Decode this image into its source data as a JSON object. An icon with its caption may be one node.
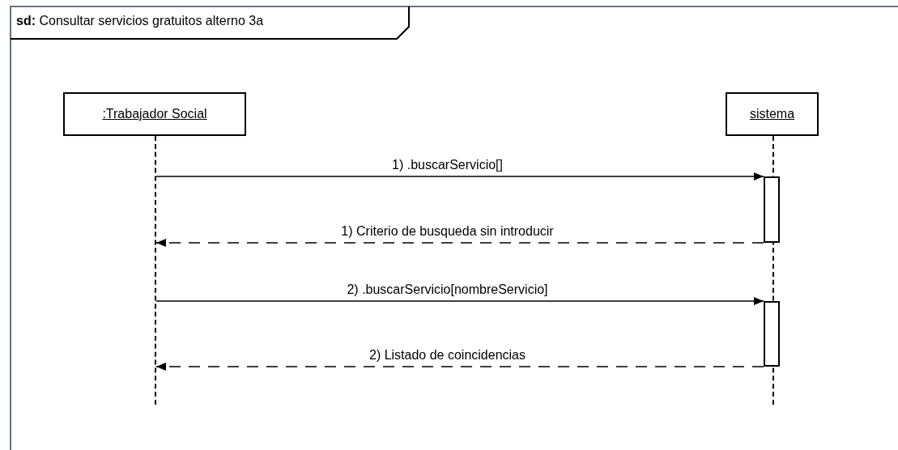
{
  "diagram": {
    "title": "**sd:** Consultar servicios gratuitos alterno 3a",
    "nodes": [
      {
        "text": [
          ":Trabajador Social"
        ]
      },
      {
        "text": [
          "sistema"
        ]
      },
      {
        "text": [],
        "shape": "line"
      },
      {
        "text": [],
        "shape": "line"
      },
      {
        "text": [],
        "shape": "bar"
      },
      {
        "text": [],
        "shape": "bar"
      }
    ],
    "edges": [
      {
        "from": 2,
        "to": 4,
        "arrow": "to",
        "label": "1) .buscarServicio[]"
      },
      {
        "from": 4,
        "to": 2,
        "arrow": "to",
        "label": "1) Criterio de busqueda sin introducir",
        "style": "dashed"
      },
      {
        "from": 2,
        "to": 5,
        "arrow": "to",
        "label": "2) .buscarServicio[nombreServicio]"
      },
      {
        "from": 5,
        "to": 2,
        "arrow": "to",
        "label": "2) Listado de coincidencias",
        "style": "dashed"
      }
    ]
  }
}
